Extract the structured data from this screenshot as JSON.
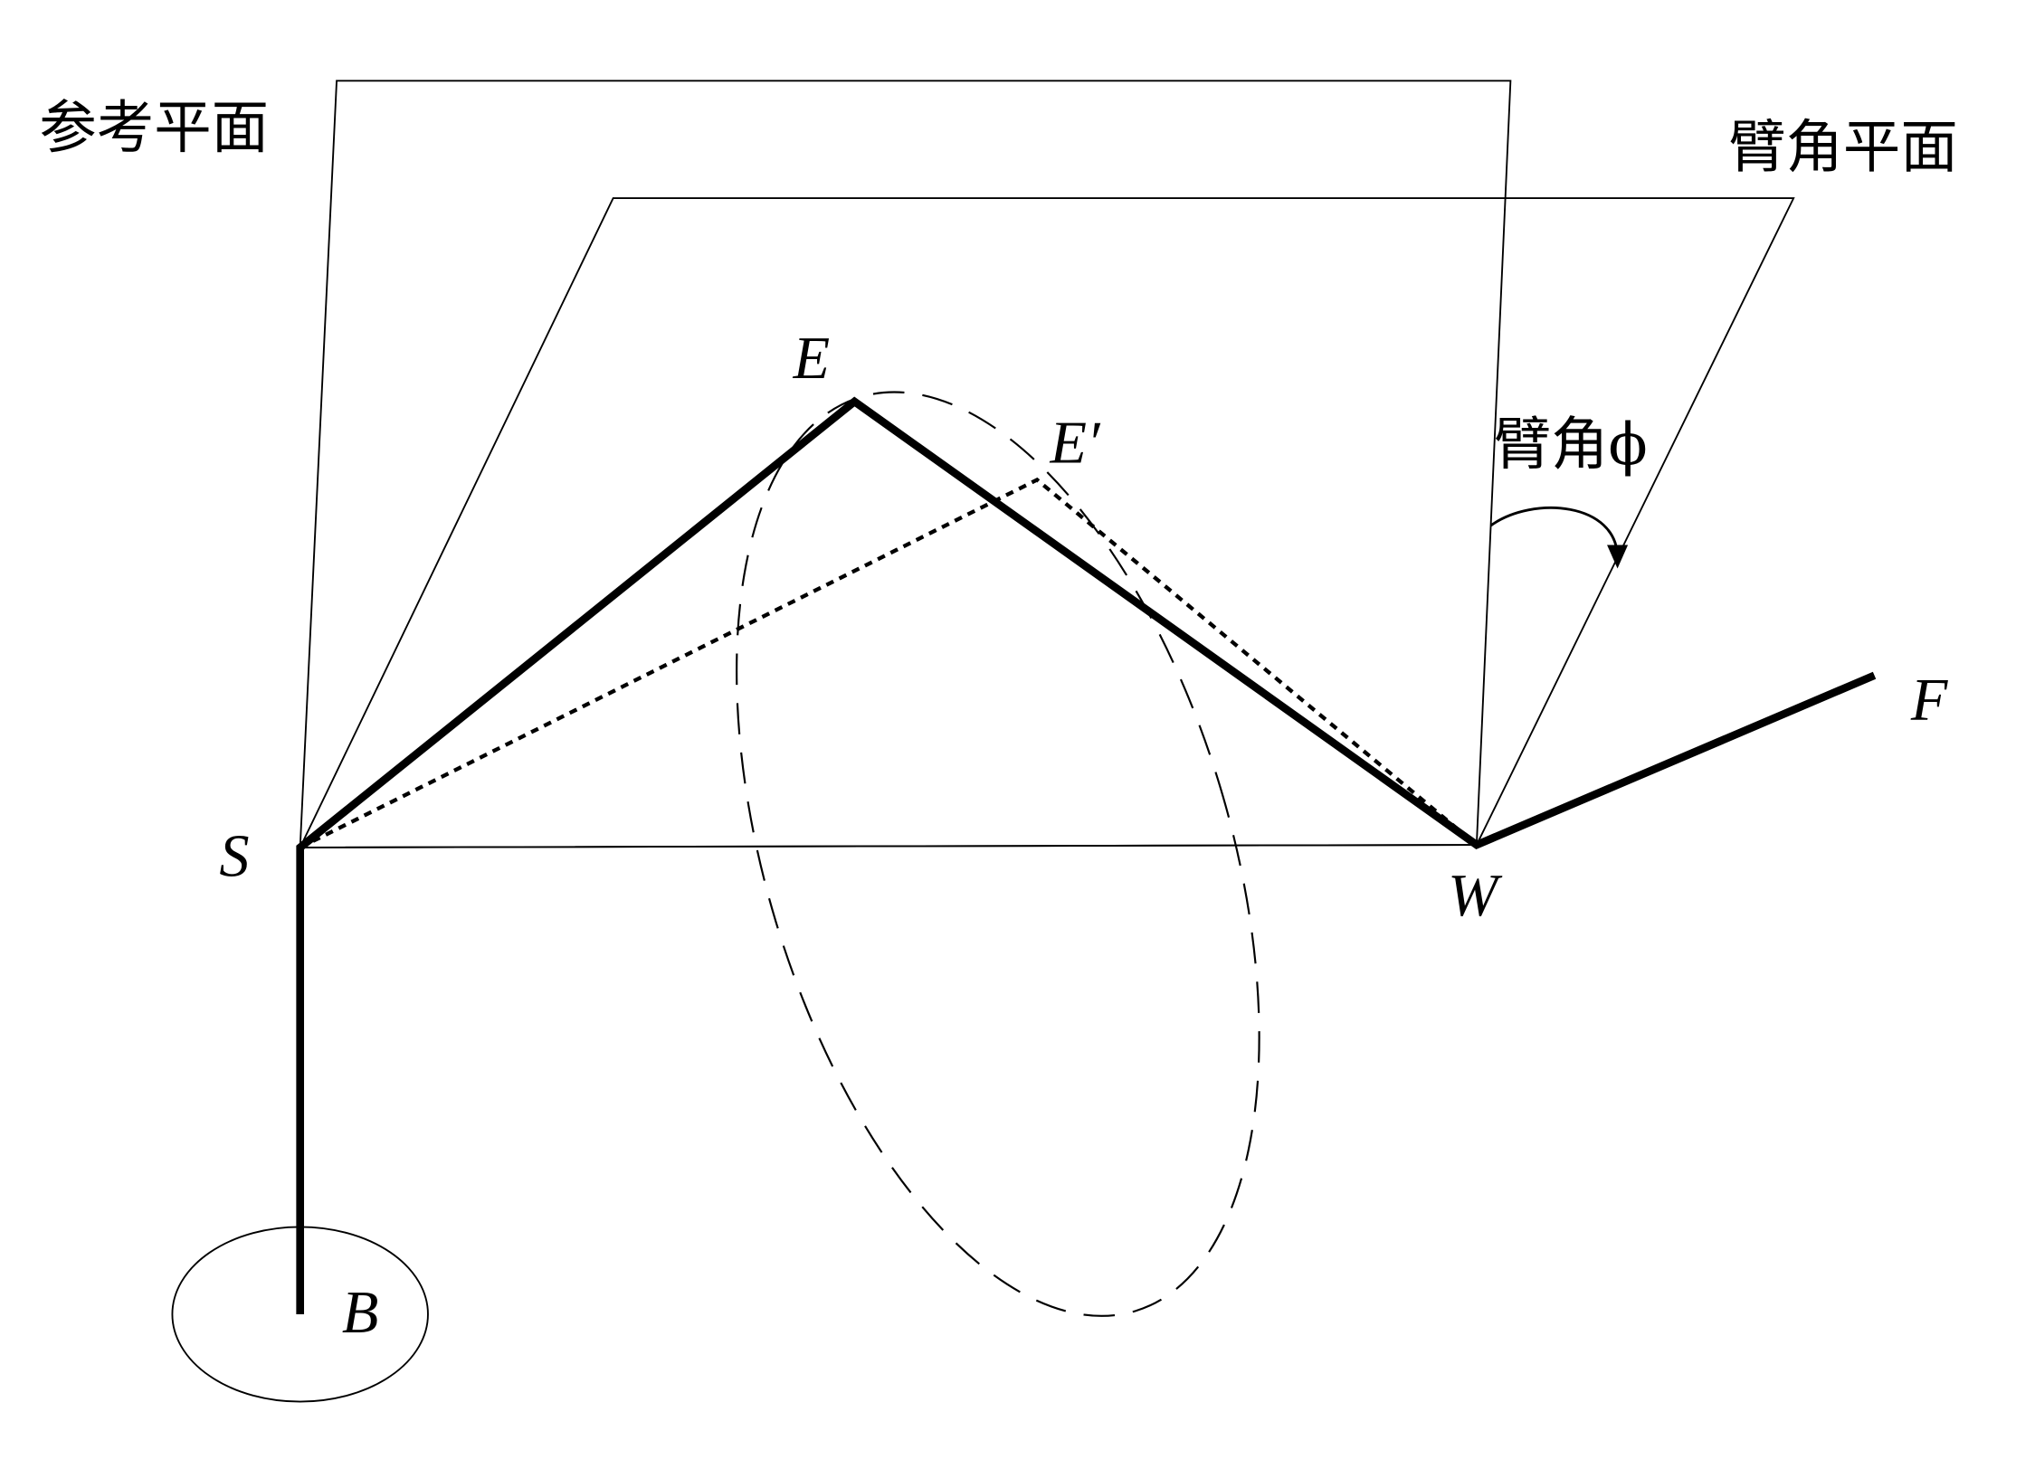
{
  "labels": {
    "reference_plane": "参考平面",
    "arm_angle_plane": "臂角平面",
    "arm_angle": "臂角ϕ",
    "point_E": "E",
    "point_E_prime": "E′",
    "point_S": "S",
    "point_W": "W",
    "point_F": "F",
    "point_B": "B"
  },
  "colors": {
    "stroke": "#000000",
    "background": "#ffffff"
  }
}
